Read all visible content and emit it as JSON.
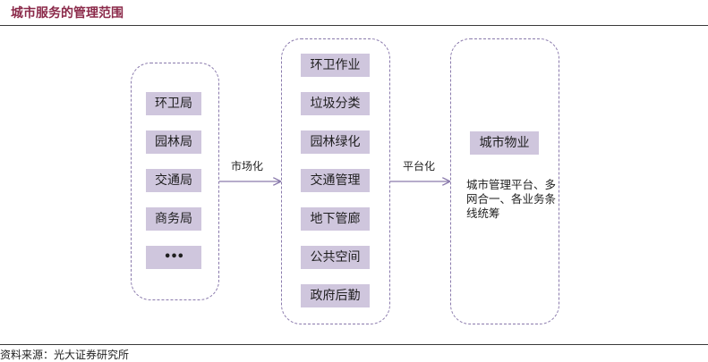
{
  "title": "城市服务的管理范围",
  "source": "资料来源：光大证券研究所",
  "columns": {
    "bureaus": [
      "环卫局",
      "园林局",
      "交通局",
      "商务局",
      "•••"
    ],
    "services": [
      "环卫作业",
      "垃圾分类",
      "园林绿化",
      "交通管理",
      "地下管廊",
      "公共空间",
      "政府后勤"
    ],
    "city_property": {
      "label": "城市物业",
      "description": "城市管理平台、多网合一、各业务条线统筹"
    }
  },
  "edges": {
    "marketization": "市场化",
    "platformization": "平台化"
  },
  "colors": {
    "title": "#8b2a4a",
    "tag_fill": "#cfc6dd",
    "dashed_border": "#8a7aac",
    "arrow": "#8a7aac"
  }
}
